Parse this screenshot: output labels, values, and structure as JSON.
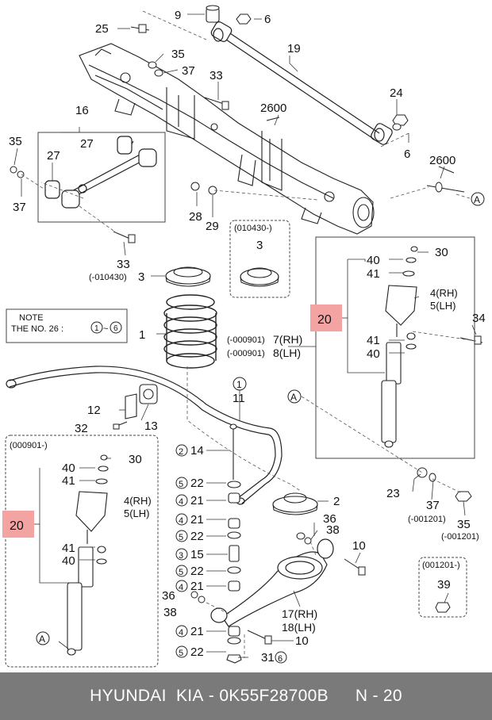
{
  "callouts": {
    "n9": "9",
    "n6a": "6",
    "n25": "25",
    "n19": "19",
    "n35a": "35",
    "n37a": "37",
    "n33a": "33",
    "n2600a": "2600",
    "n24": "24",
    "n6b": "6",
    "n16": "16",
    "n35b": "35",
    "n27a": "27",
    "n27b": "27",
    "n37b": "37",
    "n2600b": "2600",
    "circleA1": "A",
    "n28": "28",
    "n29": "29",
    "n33b": "33",
    "range010430a": "(-010430)",
    "n3a": "3",
    "range010430b": "(010430-)",
    "n3b": "3",
    "n40a": "40",
    "n30a": "30",
    "n41a": "41",
    "n4rh_a": "4(RH)",
    "n5lh_a": "5(LH)",
    "n20a": "20",
    "n34": "34",
    "n1": "1",
    "range000901a": "(-000901)",
    "n7rh": "7(RH)",
    "range000901b": "(-000901)",
    "n8lh": "8(LH)",
    "n41b": "41",
    "n40b": "40",
    "circle1": "1",
    "n11": "11",
    "circleA2": "A",
    "n12": "12",
    "n13": "13",
    "n32": "32",
    "range000901c": "(000901-)",
    "n40c": "40",
    "n30b": "30",
    "n41c": "41",
    "n4rh_b": "4(RH)",
    "n5lh_b": "5(LH)",
    "n20b": "20",
    "n41d": "41",
    "n40d": "40",
    "circleA3": "A",
    "c2": "2",
    "n14": "14",
    "c5a": "5",
    "n22a": "22",
    "c4a": "4",
    "n21a": "21",
    "c4b": "4",
    "n21b": "21",
    "c5b": "5",
    "n22b": "22",
    "c3": "3",
    "n15": "15",
    "c5c": "5",
    "n22c": "22",
    "c4c": "4",
    "n21c": "21",
    "n36a": "36",
    "n38a": "38",
    "c4d": "4",
    "n21d": "21",
    "c5d": "5",
    "n22d": "22",
    "n31": "31",
    "c6": "6",
    "n10a": "10",
    "n10b": "10",
    "n17rh": "17(RH)",
    "n18lh": "18(LH)",
    "n2": "2",
    "n36b": "36",
    "n38b": "38",
    "n23": "23",
    "n37c": "37",
    "range001201a": "(-001201)",
    "n35c": "35",
    "range001201b": "(-001201)",
    "range001201c": "(001201-)",
    "n39": "39"
  },
  "note": {
    "title": "NOTE",
    "line_prefix": "THE NO. 26 :",
    "circle_from": "1",
    "tilde": "~",
    "circle_to": "6"
  },
  "footer": {
    "brand": "HYUNDAI  KIA",
    "dash": " - ",
    "part_number": "0K55F28700B",
    "page": "N - 20"
  },
  "colors": {
    "highlight": "#f4a3a3",
    "footer_bg": "#7a7a7a",
    "footer_text": "#ffffff",
    "line": "#222222"
  }
}
